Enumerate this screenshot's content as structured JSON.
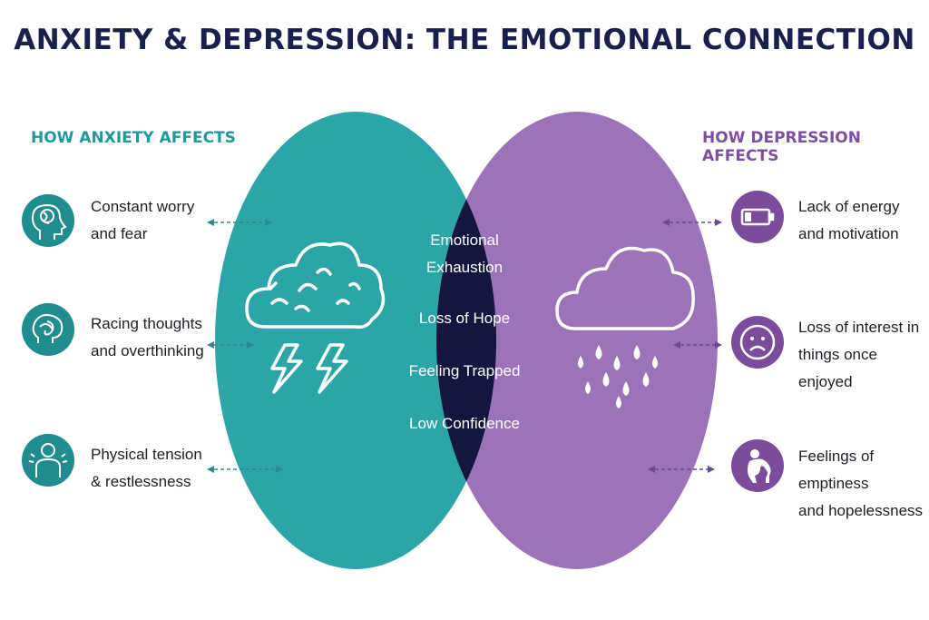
{
  "title": "ANXIETY & DEPRESSION: THE EMOTIONAL CONNECTION",
  "colors": {
    "anxiety": "#2ba5a8",
    "depression": "#9b73b9",
    "overlap": "#14163f",
    "anxiety_text": "#1f9a9c",
    "depression_text": "#7d4fa3",
    "title_text": "#1b1f4d"
  },
  "anxiety": {
    "heading": "HOW ANXIETY AFFECTS",
    "icon": "storm-cloud-lightning-icon",
    "items": [
      {
        "line1": "Constant worry",
        "line2": "and fear",
        "icon": "head-worry-icon"
      },
      {
        "line1": "Racing thoughts",
        "line2": "and overthinking",
        "icon": "tangled-thoughts-icon"
      },
      {
        "line1": "Physical tension",
        "line2": "& restlessness",
        "icon": "tense-person-icon"
      }
    ]
  },
  "depression": {
    "heading": "HOW DEPRESSION AFFECTS",
    "icon": "rain-cloud-icon",
    "items": [
      {
        "line1": "Lack of energy",
        "line2": "and motivation",
        "icon": "low-battery-icon"
      },
      {
        "line1": "Loss of interest in",
        "line2": "things once enjoyed",
        "icon": "sad-face-icon"
      },
      {
        "line1": "Feelings of emptiness",
        "line2": "and hopelessness",
        "icon": "person-hugging-knees-icon"
      }
    ]
  },
  "shared": {
    "items": [
      {
        "line1": "Emotional",
        "line2": "Exhaustion"
      },
      {
        "line1": "Loss of Hope"
      },
      {
        "line1": "Feeling Trapped"
      },
      {
        "line1": "Low Confidence"
      }
    ]
  }
}
